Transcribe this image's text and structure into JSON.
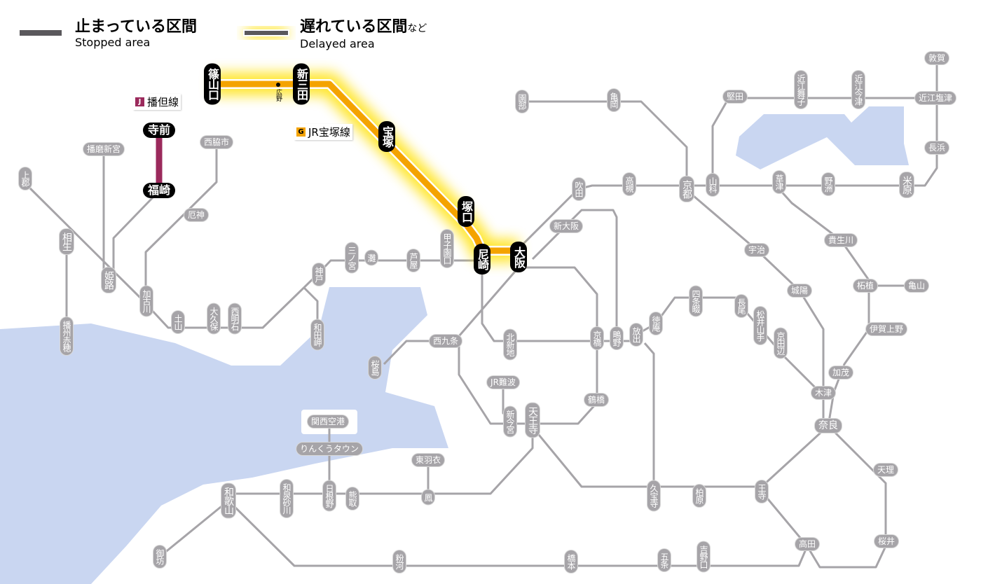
{
  "legend": {
    "stopped": {
      "jp": "止まっている区間",
      "en": "Stopped area",
      "color": "#5a585c"
    },
    "delayed": {
      "jp": "遅れている区間",
      "suffix": "など",
      "en": "Delayed area",
      "color": "#f5c400"
    }
  },
  "lines": [
    {
      "badge": "J",
      "name": "播但線",
      "color": "#9b2a5c",
      "status": "stopped"
    },
    {
      "badge": "G",
      "name": "JR宝塚線",
      "color": "#f4a300",
      "status": "delayed"
    }
  ],
  "affected_stations": [
    "篠山口",
    "新三田",
    "宝塚",
    "塚口",
    "尼崎",
    "大阪",
    "寺前",
    "福崎"
  ],
  "minor_station": "広野",
  "stations": [
    "上郡",
    "相生",
    "播州赤穂",
    "播磨新宮",
    "姫路",
    "西脇市",
    "厄神",
    "加古川",
    "土山",
    "大久保",
    "西明石",
    "神戸",
    "和田岬",
    "三ノ宮",
    "灘",
    "芦屋",
    "甲子園口",
    "西九条",
    "桜島",
    "北新地",
    "京橋",
    "鴫野",
    "放出",
    "徳庵",
    "四条畷",
    "長尾",
    "松井山手",
    "京田辺",
    "鶴橋",
    "JR難波",
    "新今宮",
    "天王寺",
    "関西空港",
    "りんくうタウン",
    "東羽衣",
    "鳳",
    "和歌山",
    "和泉砂川",
    "日根野",
    "熊取",
    "御坊",
    "粉河",
    "橋本",
    "五条",
    "吉野口",
    "久宝寺",
    "柏原",
    "王寺",
    "高田",
    "桜井",
    "天理",
    "奈良",
    "木津",
    "加茂",
    "伊賀上野",
    "柘植",
    "亀山",
    "城陽",
    "宇治",
    "草津",
    "野洲",
    "米原",
    "長浜",
    "近江塩津",
    "敦賀",
    "近江今津",
    "近江舞子",
    "堅田",
    "山科",
    "京都",
    "高槻",
    "吹田",
    "新大阪",
    "亀岡",
    "園部",
    "貴生川"
  ]
}
